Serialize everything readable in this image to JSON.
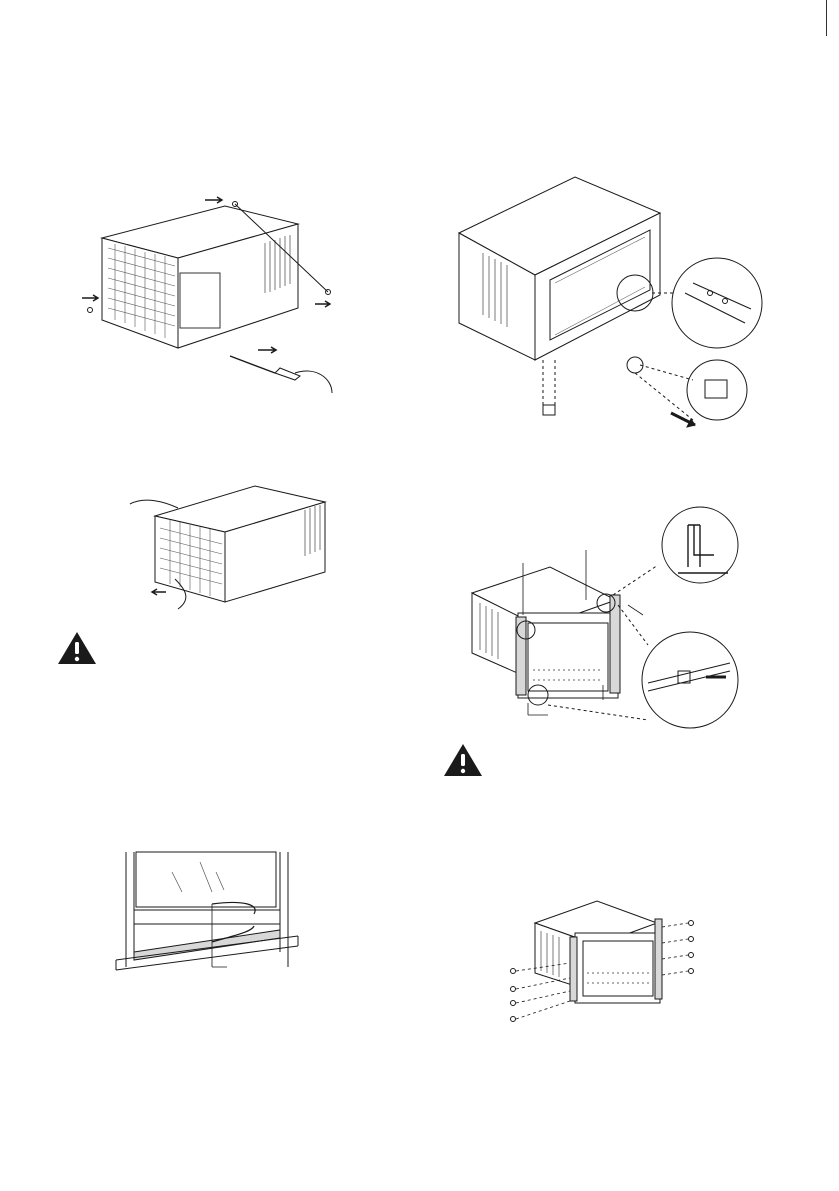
{
  "document": {
    "figures": [
      {
        "name": "remove-screws",
        "icon": "screwdriver-removing-cabinet-screws"
      },
      {
        "name": "slide-out-chassis",
        "icon": "hands-pulling-chassis"
      },
      {
        "name": "window-sill-tape",
        "icon": "window-with-foam-strips"
      },
      {
        "name": "cabinet-bracket-detail",
        "icon": "cabinet-with-bracket-callouts"
      },
      {
        "name": "side-curtain-install",
        "icon": "cabinet-with-curtain-frame-callouts"
      },
      {
        "name": "frame-screws",
        "icon": "cabinet-with-frame-screws"
      }
    ],
    "warnings": [
      {
        "icon": "warning-triangle-icon"
      },
      {
        "icon": "warning-triangle-icon"
      }
    ],
    "colors": {
      "line": "#1a1a1a",
      "fill": "#ffffff",
      "shade": "#d8d8d8"
    }
  }
}
